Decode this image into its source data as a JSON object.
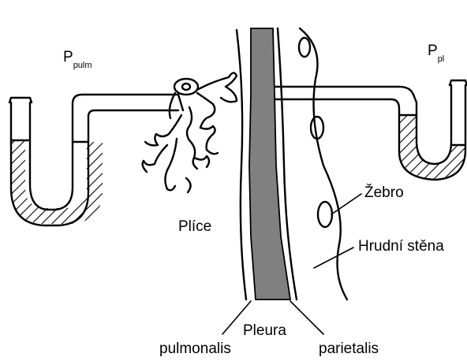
{
  "labels": {
    "p_pulm_main": "P",
    "p_pulm_sub": "pulm",
    "p_pl_main": "P",
    "p_pl_sub": "pl",
    "plice": "Plíce",
    "zebro": "Žebro",
    "hrudni_stena": "Hrudní stěna",
    "pleura": "Pleura",
    "pulmonalis": "pulmonalis",
    "parietalis": "parietalis"
  },
  "colors": {
    "pleural_space": "#808080",
    "ink": "#000000",
    "background": "#ffffff"
  }
}
